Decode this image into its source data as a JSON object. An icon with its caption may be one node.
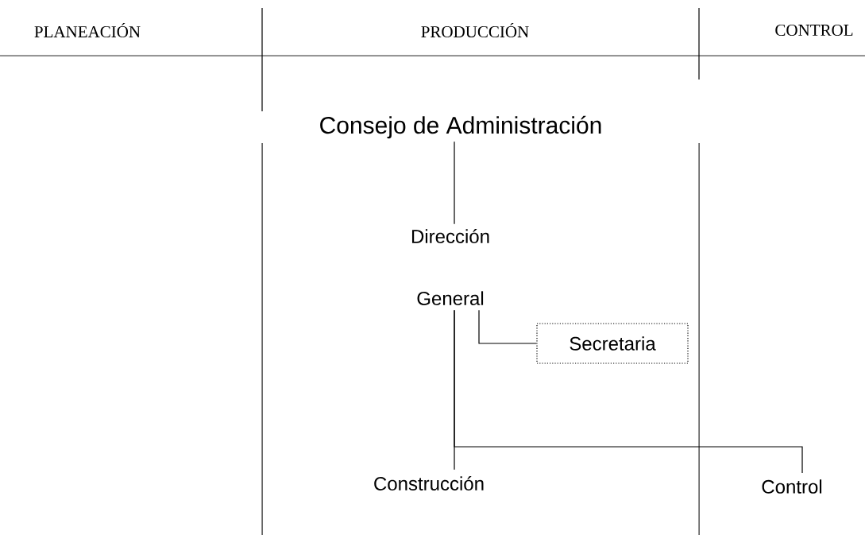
{
  "diagram": {
    "nodes": [
      {
        "text": [
          "Consejo de Administración"
        ]
      },
      {
        "text": [
          "Dirección General"
        ]
      },
      {
        "text": [
          "Secretaria"
        ]
      },
      {
        "text": [
          "Construcción"
        ]
      },
      {
        "text": [
          "Control"
        ]
      }
    ],
    "edges": [
      {
        "from": 0,
        "to": 1,
        "arrow": "none"
      },
      {
        "from": 1,
        "to": 2,
        "arrow": "none"
      },
      {
        "from": 1,
        "to": 3,
        "arrow": "none"
      },
      {
        "from": 1,
        "to": 4,
        "arrow": "none"
      }
    ],
    "labels": [
      "PLANEACIÓN",
      "PRODUCCIÓN",
      "CONTROL"
    ]
  }
}
